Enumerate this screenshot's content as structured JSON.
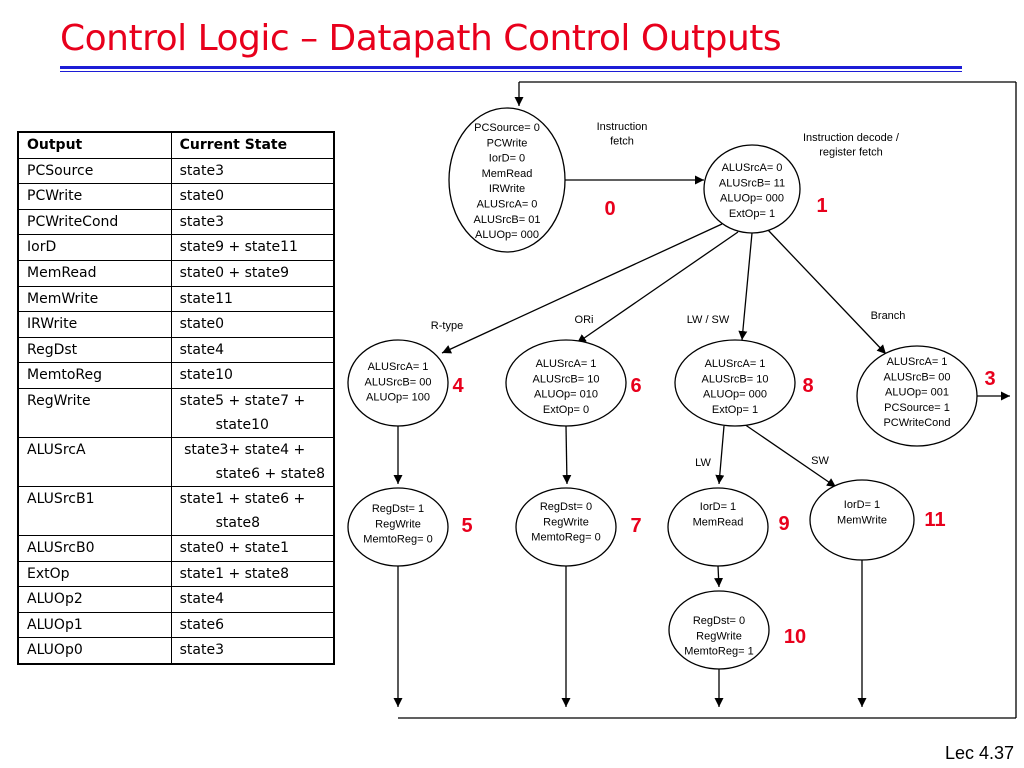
{
  "slide": {
    "title": "Control Logic – Datapath Control Outputs",
    "footer": "Lec 4.37"
  },
  "table": {
    "headers": [
      "Output",
      "Current State"
    ],
    "rows": [
      [
        "PCSource",
        "state3",
        ""
      ],
      [
        "PCWrite",
        "state0",
        ""
      ],
      [
        "PCWriteCond",
        "state3",
        ""
      ],
      [
        "IorD",
        "state9 + state11",
        ""
      ],
      [
        "MemRead",
        "state0 + state9",
        ""
      ],
      [
        "MemWrite",
        "state11",
        ""
      ],
      [
        "IRWrite",
        "state0",
        ""
      ],
      [
        "RegDst",
        "state4",
        ""
      ],
      [
        "MemtoReg",
        "state10",
        ""
      ],
      [
        "RegWrite",
        "state5 + state7 +",
        "state10"
      ],
      [
        "ALUSrcA",
        " state3+ state4 +",
        "state6 + state8"
      ],
      [
        "ALUSrcB1",
        "state1 + state6 +",
        "state8"
      ],
      [
        "ALUSrcB0",
        "state0 + state1",
        ""
      ],
      [
        "ExtOp",
        "state1 + state8",
        ""
      ],
      [
        "ALUOp2",
        "state4",
        ""
      ],
      [
        "ALUOp1",
        "state6",
        ""
      ],
      [
        "ALUOp0",
        "state3",
        ""
      ]
    ]
  },
  "fsm": {
    "states": [
      {
        "num": "0",
        "lines": [
          "PCSource= 0",
          "PCWrite",
          "IorD= 0",
          "MemRead",
          "IRWrite",
          "ALUSrcA= 0",
          "ALUSrcB= 01",
          "ALUOp= 000"
        ]
      },
      {
        "num": "1",
        "lines": [
          "ALUSrcA= 0",
          "ALUSrcB= 11",
          "ALUOp= 000",
          "ExtOp= 1"
        ]
      },
      {
        "num": "4",
        "lines": [
          "ALUSrcA= 1",
          "ALUSrcB= 00",
          "ALUOp= 100"
        ]
      },
      {
        "num": "6",
        "lines": [
          "ALUSrcA= 1",
          "ALUSrcB= 10",
          "ALUOp= 010",
          "ExtOp= 0"
        ]
      },
      {
        "num": "8",
        "lines": [
          "ALUSrcA= 1",
          "ALUSrcB= 10",
          "ALUOp= 000",
          "ExtOp= 1"
        ]
      },
      {
        "num": "3",
        "lines": [
          "ALUSrcA= 1",
          "ALUSrcB= 00",
          "ALUOp= 001",
          "PCSource= 1",
          "PCWriteCond"
        ]
      },
      {
        "num": "5",
        "lines": [
          "RegDst= 1",
          "RegWrite",
          "MemtoReg= 0"
        ]
      },
      {
        "num": "7",
        "lines": [
          "RegDst= 0",
          "RegWrite",
          "MemtoReg= 0"
        ]
      },
      {
        "num": "9",
        "lines": [
          "IorD= 1",
          "MemRead"
        ]
      },
      {
        "num": "11",
        "lines": [
          "IorD= 1",
          "MemWrite"
        ]
      },
      {
        "num": "10",
        "lines": [
          "RegDst= 0",
          "RegWrite",
          "MemtoReg= 1"
        ]
      }
    ],
    "edge_labels": [
      {
        "id": "instr-fetch",
        "lines": [
          "Instruction",
          "fetch"
        ]
      },
      {
        "id": "instr-decode",
        "lines": [
          "Instruction decode /",
          "register fetch"
        ]
      },
      {
        "id": "rtype",
        "lines": [
          "R-type"
        ]
      },
      {
        "id": "ori",
        "lines": [
          "ORi"
        ]
      },
      {
        "id": "lwsw",
        "lines": [
          "LW / SW"
        ]
      },
      {
        "id": "branch",
        "lines": [
          "Branch"
        ]
      },
      {
        "id": "lw",
        "lines": [
          "LW"
        ]
      },
      {
        "id": "sw",
        "lines": [
          "SW"
        ]
      }
    ]
  }
}
